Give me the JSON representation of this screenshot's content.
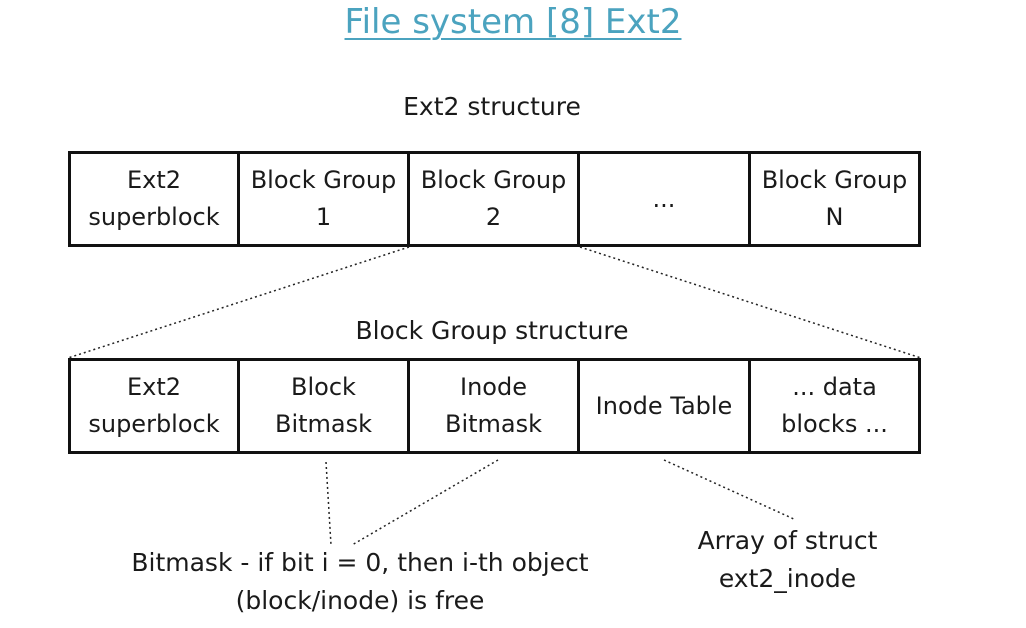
{
  "title": "File system [8] Ext2",
  "ext2_structure": {
    "label": "Ext2 structure",
    "cells": [
      {
        "text": "Ext2\nsuperblock"
      },
      {
        "text": "Block Group\n1"
      },
      {
        "text": "Block Group\n2"
      },
      {
        "text": "..."
      },
      {
        "text": "Block Group\nN"
      }
    ]
  },
  "block_group_structure": {
    "label": "Block Group structure",
    "cells": [
      {
        "text": "Ext2\nsuperblock"
      },
      {
        "text": "Block\nBitmask"
      },
      {
        "text": "Inode\nBitmask"
      },
      {
        "text": "Inode Table"
      },
      {
        "text": "... data\nblocks ..."
      }
    ]
  },
  "notes": {
    "bitmask": "Bitmask - if bit i = 0, then i-th object\n(block/inode) is free",
    "inode_table": "Array of struct\next2_inode"
  }
}
